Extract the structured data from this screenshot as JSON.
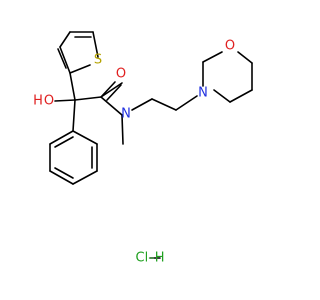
{
  "atoms": {
    "sulfur": {
      "text": "S",
      "color": "#b5a300"
    },
    "hydroxyl_oxygen": {
      "text": "O",
      "color": "#e02020"
    },
    "hydroxyl_hydrogen": {
      "text": "H",
      "color": "#e02020"
    },
    "carbonyl_oxygen": {
      "text": "O",
      "color": "#e02020"
    },
    "amide_nitrogen": {
      "text": "N",
      "color": "#2030e0"
    },
    "morpholine_nitrogen": {
      "text": "N",
      "color": "#2030e0"
    },
    "morpholine_oxygen": {
      "text": "O",
      "color": "#e02020"
    },
    "hydrochloride": {
      "text": "Cl–H",
      "color": "#20a020"
    }
  },
  "colors": {
    "bond": "#000000",
    "background": "#ffffff"
  }
}
